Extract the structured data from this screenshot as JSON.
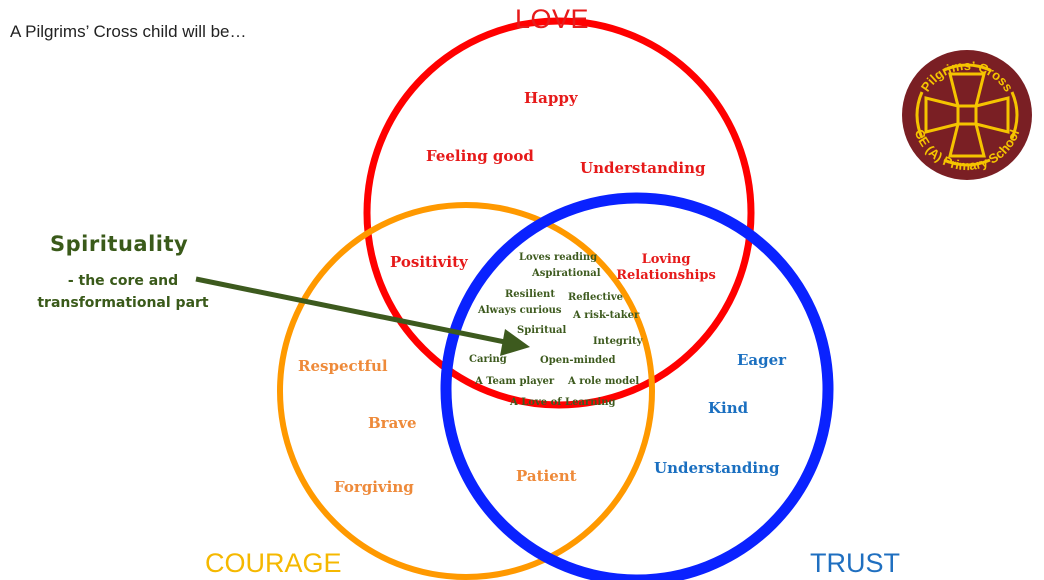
{
  "intro": "A Pilgrims’ Cross child will be…",
  "circles": {
    "love": {
      "label": "LOVE",
      "color": "#ff0000"
    },
    "courage": {
      "label": "COURAGE",
      "color": "#ff9900"
    },
    "trust": {
      "label": "TRUST",
      "color": "#0a22ff"
    }
  },
  "spirituality": {
    "title": "Spirituality",
    "line1": "- the core and",
    "line2": "transformational part"
  },
  "love_words": {
    "happy": "Happy",
    "feeling_good": "Feeling good",
    "understanding": "Understanding",
    "positivity": "Positivity",
    "loving_relationships_1": "Loving",
    "loving_relationships_2": "Relationships"
  },
  "courage_words": {
    "respectful": "Respectful",
    "brave": "Brave",
    "forgiving": "Forgiving",
    "patient": "Patient"
  },
  "trust_words": {
    "eager": "Eager",
    "kind": "Kind",
    "understanding": "Understanding"
  },
  "core_words": {
    "loves_reading": "Loves reading",
    "aspirational": "Aspirational",
    "resilient": "Resilient",
    "reflective": "Reflective",
    "always_curious": "Always curious",
    "risk_taker": "A risk-taker",
    "spiritual": "Spiritual",
    "integrity": "Integrity",
    "caring": "Caring",
    "open_minded": "Open-minded",
    "team_player": "A Team player",
    "role_model": "A role model",
    "love_of_learning": "A Love of Learning"
  },
  "crest": {
    "top_text": "Pilgrims’ Cross",
    "bottom_text": "CE (A) Primary School",
    "bg_color": "#7a1f24",
    "gold_color": "#f5c400"
  }
}
